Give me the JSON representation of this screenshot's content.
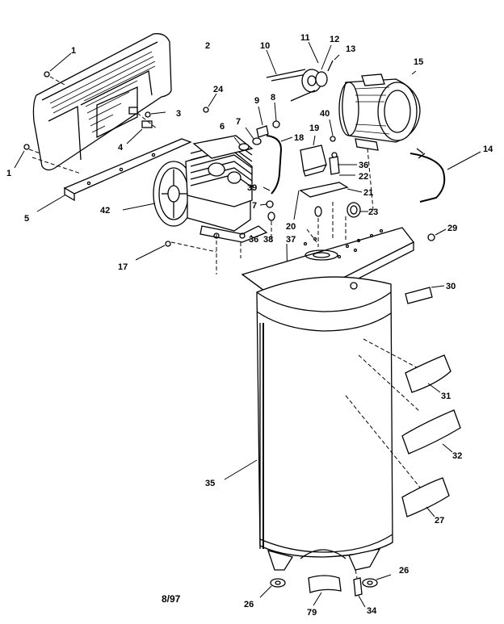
{
  "footer": {
    "code": "8/97"
  },
  "callouts": [
    {
      "id": "c1a",
      "text": "1"
    },
    {
      "id": "c1b",
      "text": "1"
    },
    {
      "id": "c2",
      "text": "2"
    },
    {
      "id": "c3",
      "text": "3"
    },
    {
      "id": "c4",
      "text": "4"
    },
    {
      "id": "c5",
      "text": "5"
    },
    {
      "id": "c6",
      "text": "6"
    },
    {
      "id": "c7a",
      "text": "7"
    },
    {
      "id": "c7b",
      "text": "7"
    },
    {
      "id": "c8",
      "text": "8"
    },
    {
      "id": "c9",
      "text": "9"
    },
    {
      "id": "c10",
      "text": "10"
    },
    {
      "id": "c11",
      "text": "11"
    },
    {
      "id": "c12",
      "text": "12"
    },
    {
      "id": "c13",
      "text": "13"
    },
    {
      "id": "c14",
      "text": "14"
    },
    {
      "id": "c15",
      "text": "15"
    },
    {
      "id": "c17",
      "text": "17"
    },
    {
      "id": "c18",
      "text": "18"
    },
    {
      "id": "c19",
      "text": "19"
    },
    {
      "id": "c20",
      "text": "20"
    },
    {
      "id": "c21",
      "text": "21"
    },
    {
      "id": "c22",
      "text": "22"
    },
    {
      "id": "c23",
      "text": "23"
    },
    {
      "id": "c24",
      "text": "24"
    },
    {
      "id": "c26a",
      "text": "26"
    },
    {
      "id": "c26b",
      "text": "26"
    },
    {
      "id": "c27",
      "text": "27"
    },
    {
      "id": "c29",
      "text": "29"
    },
    {
      "id": "c30",
      "text": "30"
    },
    {
      "id": "c31",
      "text": "31"
    },
    {
      "id": "c32",
      "text": "32"
    },
    {
      "id": "c34",
      "text": "34"
    },
    {
      "id": "c35",
      "text": "35"
    },
    {
      "id": "c36a",
      "text": "36"
    },
    {
      "id": "c36b",
      "text": "36"
    },
    {
      "id": "c37",
      "text": "37"
    },
    {
      "id": "c38",
      "text": "38"
    },
    {
      "id": "c39",
      "text": "39"
    },
    {
      "id": "c40",
      "text": "40"
    },
    {
      "id": "c42",
      "text": "42"
    },
    {
      "id": "c79",
      "text": "79"
    }
  ]
}
